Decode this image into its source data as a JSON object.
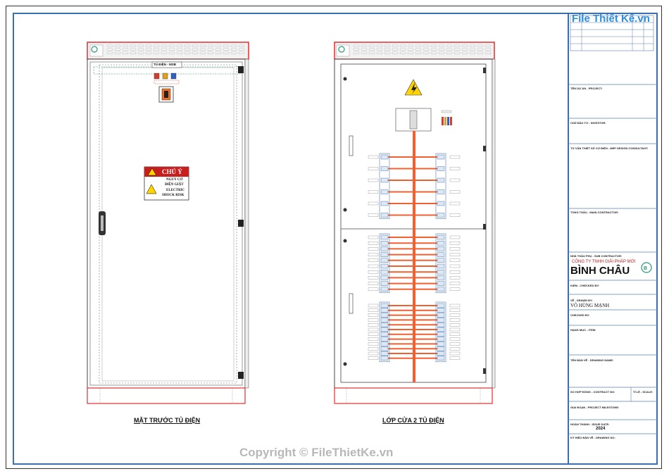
{
  "watermark_top": "File Thiết Kế.vn",
  "copyright": "Copyright © FileThietKe.vn",
  "left_panel": {
    "caption": "MẶT TRƯỚC TỦ ĐIỆN",
    "panel_tag": "TỦ ĐIỆN - MSB",
    "warning": {
      "title": "CHÚ Ý",
      "line1": "NGUY CƠ",
      "line2": "ĐIỆN GIẬT",
      "line3": "ELECTRIC",
      "line4": "SHOCK RISK"
    }
  },
  "right_panel": {
    "caption": "LỚP CỬA 2 TỦ ĐIỆN"
  },
  "title_block": {
    "project": "TÊN DỰ ÁN - PROJECT:",
    "investor": "CHỦ ĐẦU TƯ - INVESTOR:",
    "consultant": "TƯ VẤN THIẾT KẾ CƠ ĐIỆN - MEP DESIGN CONSULTANT:",
    "main_contractor": "TỔNG THẦU - MAIN CONTRACTOR:",
    "sub_contractor": "NHÀ THẦU PHỤ - SUB CONTRACTOR:",
    "company_line": "CÔNG TY TNHH GIẢI PHÁP MỚI",
    "company_name": "BÌNH CHÂU",
    "checked": "KIỂM - CHECKED BY:",
    "drawn": "VẼ - DRAWN BY:",
    "drawn_name": "VÕ HÙNG MẠNH",
    "checked2": "CHECKED BY:",
    "item": "HẠNG MỤC - ITEM:",
    "drawing_name": "TÊN BẢN VẼ - DRAWING NAME:",
    "contract": "SỐ HỢP ĐỒNG - CONTRACT NO:",
    "scale": "TỈ LỆ - SCALE:",
    "milestone": "GIAI ĐOẠN - PROJECT MILESTONE:",
    "issue_date": "HOÀN THÀNH - ISSUE DATE:",
    "year": "2024",
    "drawing_no": "KÝ HIỆU BẢN VẼ - DRAWING NO:"
  }
}
